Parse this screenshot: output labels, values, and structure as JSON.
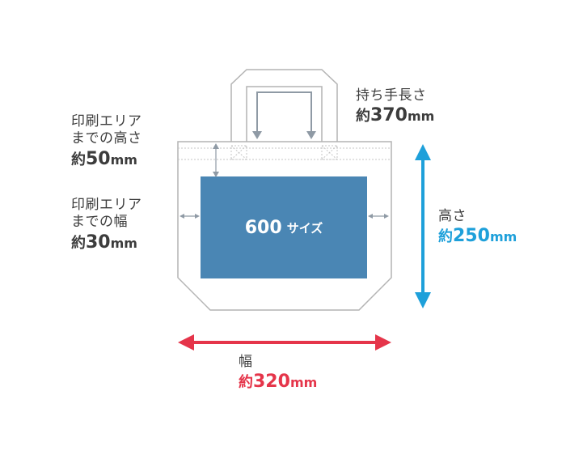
{
  "labels": {
    "handle": {
      "title": "持ち手長さ",
      "prefix": "約",
      "number": "370",
      "unit": "mm"
    },
    "print_height": {
      "line1": "印刷エリア",
      "line2": "までの高さ",
      "prefix": "約",
      "number": "50",
      "unit": "mm"
    },
    "print_width": {
      "line1": "印刷エリア",
      "line2": "までの幅",
      "prefix": "約",
      "number": "30",
      "unit": "mm"
    },
    "height": {
      "title": "高さ",
      "prefix": "約",
      "number": "250",
      "unit": "mm"
    },
    "width": {
      "title": "幅",
      "prefix": "約",
      "number": "320",
      "unit": "mm"
    }
  },
  "print_area": {
    "number": "600",
    "suffix": "サイズ"
  },
  "colors": {
    "outline": "#b4b4b4",
    "print_area": "#4a86b4",
    "guide_arrow": "#8f9aa5",
    "height_arrow": "#1ea0da",
    "width_arrow": "#e5354a"
  }
}
